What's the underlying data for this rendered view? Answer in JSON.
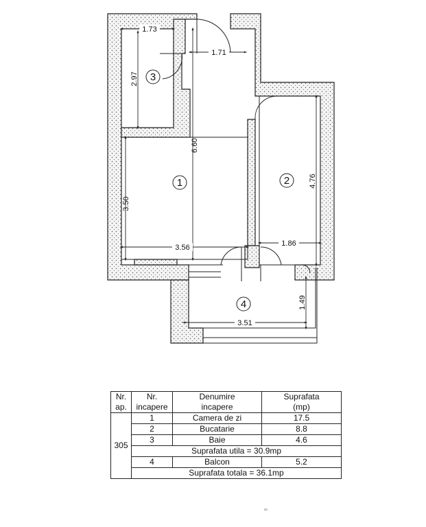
{
  "dimensions": {
    "d_173": "1.73",
    "d_171": "1.71",
    "d_297": "2.97",
    "d_660": "6.60",
    "d_350": "3.50",
    "d_356": "3.56",
    "d_476": "4.76",
    "d_186": "1.86",
    "d_149": "1.49",
    "d_351": "3.51"
  },
  "rooms": {
    "r1": "1",
    "r2": "2",
    "r3": "3",
    "r4": "4"
  },
  "table": {
    "headers": [
      [
        "Nr.",
        "ap."
      ],
      [
        "Nr.",
        "incapere"
      ],
      [
        "Denumire",
        "incapere"
      ],
      [
        "Suprafata",
        "(mp)"
      ]
    ],
    "apartment": "305",
    "rows": [
      {
        "nr": "1",
        "name": "Camera de zi",
        "area": "17.5"
      },
      {
        "nr": "2",
        "name": "Bucatarie",
        "area": "8.8"
      },
      {
        "nr": "3",
        "name": "Baie",
        "area": "4.6"
      },
      {
        "nr": "4",
        "name": "Balcon",
        "area": "5.2"
      }
    ],
    "subtotal": "Suprafata utila = 30.9mp",
    "total": "Suprafata totala = 36.1mp"
  },
  "colors": {
    "wall_fill": "#f2f2f2",
    "line": "#222222"
  }
}
